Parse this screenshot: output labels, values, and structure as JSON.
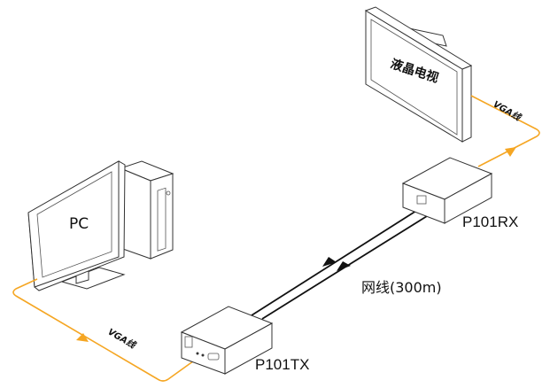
{
  "labels": {
    "tv": "液晶电视",
    "pc": "PC",
    "vga_top": "VGA线",
    "vga_bottom": "VGA线",
    "network": "网线(300m)",
    "tx": "P101TX",
    "rx": "P101RX"
  },
  "colors": {
    "vga_cable": "#f5a623",
    "network_cable": "#111111",
    "outline": "#333333"
  }
}
